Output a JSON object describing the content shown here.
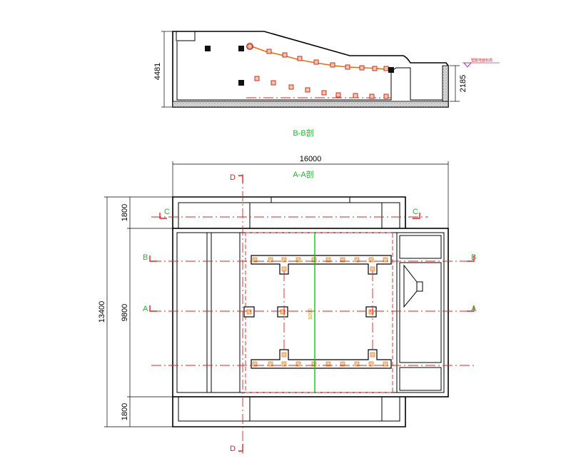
{
  "drawing": {
    "section_bb_caption": "B-B剖",
    "section_aa_caption": "A-A剖",
    "dim_height": "4481",
    "dim_side_height": "2185",
    "dim_width": "16000",
    "dim_total": "13400",
    "dim_top": "1800",
    "dim_mid": "9800",
    "dim_bottom": "1800",
    "mark_a": "A",
    "mark_b": "B",
    "mark_c": "C",
    "mark_d": "D",
    "level_note": "塑胶地面标高",
    "center_label": "9200"
  },
  "colors": {
    "line": "#000000",
    "section_red": "#e0201f",
    "section_green": "#10c020",
    "seat_fill": "#f7c8a0",
    "seat_outline": "#c03030",
    "hatch": "#bbbbbb"
  }
}
